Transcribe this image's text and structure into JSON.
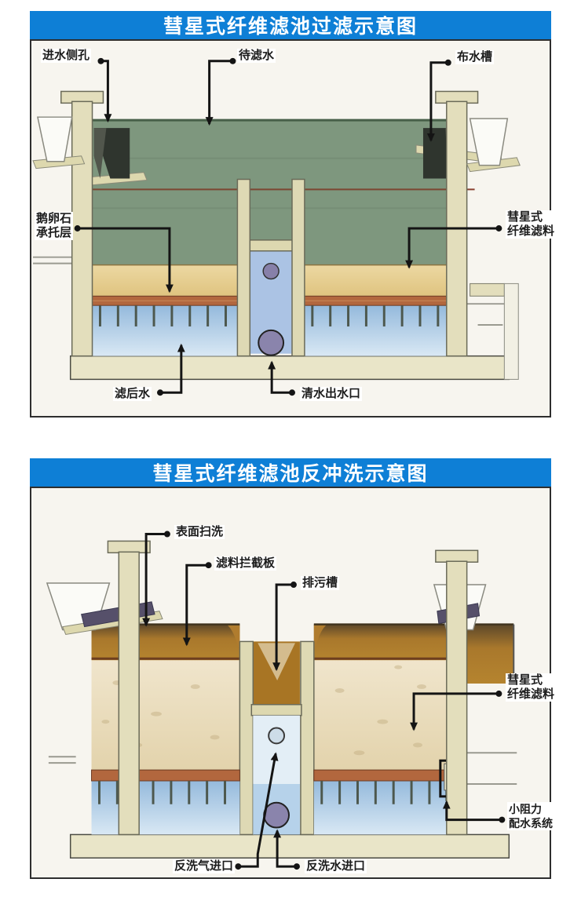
{
  "panel1": {
    "title": "彗星式纤维滤池过滤示意图",
    "labels": {
      "inlet_side_hole": "进水侧孔",
      "water_to_filter": "待滤水",
      "distribution_trough": "布水槽",
      "gravel_support_layer": "鹅卵石\n承托层",
      "comet_fiber_media": "彗星式\n纤维滤料",
      "filtered_water": "滤后水",
      "clean_water_outlet": "清水出水口"
    }
  },
  "panel2": {
    "title": "彗星式纤维滤池反冲洗示意图",
    "labels": {
      "surface_scrub": "表面扫洗",
      "media_barrier_plate": "滤料拦截板",
      "sewage_drain_trough": "排污槽",
      "comet_fiber_media": "彗星式\n纤维滤料",
      "low_resistance_distribution": "小阻力\n配水系统",
      "backwash_air_inlet": "反洗气进口",
      "backwash_water_inlet": "反洗水进口"
    }
  },
  "colors": {
    "title_bar_blue": "#0e7fd6",
    "raw_water_green": "#7e977e",
    "dirty_water_brown": "#b07c2e",
    "media_tan": "#e7d098",
    "support_layer_brown": "#b2673e",
    "filtered_water_blue": "#9abfe0",
    "pipe_purple": "#8a84ac",
    "structure_cream": "#ded9b4"
  }
}
